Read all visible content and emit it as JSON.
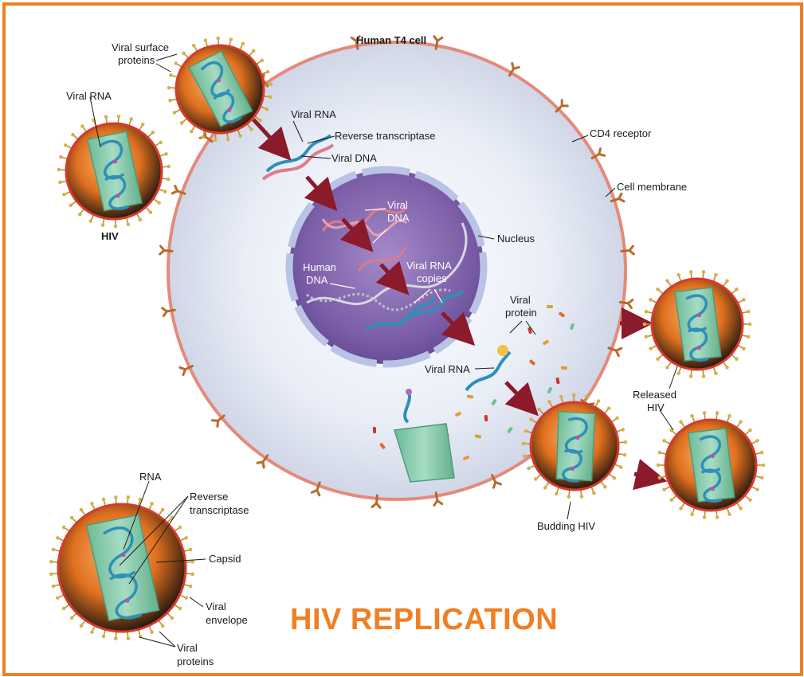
{
  "title": "HIV REPLICATION",
  "labels": {
    "cell": "Human T4 cell",
    "surface_proteins_1": "Viral surface",
    "surface_proteins_2": "proteins",
    "hiv_viral_rna": "Viral RNA",
    "hiv": "HIV",
    "viral_rna_top": "Viral RNA",
    "reverse_transcriptase_top": "Reverse transcriptase",
    "viral_dna_top": "Viral DNA",
    "cd4_receptor": "CD4 receptor",
    "cell_membrane": "Cell membrane",
    "nucleus": "Nucleus",
    "viral_dna_nuc_1": "Viral",
    "viral_dna_nuc_2": "DNA",
    "human_dna_1": "Human",
    "human_dna_2": "DNA",
    "rna_copies_1": "Viral RNA",
    "rna_copies_2": "copies",
    "viral_protein_1": "Viral",
    "viral_protein_2": "protein",
    "viral_rna_cyto": "Viral RNA",
    "released_1": "Released",
    "released_2": "HIV",
    "budding": "Budding HIV",
    "rna": "RNA",
    "rt_1": "Reverse",
    "rt_2": "transcriptase",
    "capsid": "Capsid",
    "envelope_1": "Viral",
    "envelope_2": "envelope",
    "vproteins_1": "Viral",
    "vproteins_2": "proteins"
  },
  "colors": {
    "border": "#F07F22",
    "title": "#F07F22",
    "arrow": "#8B1A2B",
    "capsid": "#7FC9A8",
    "rna": "#2F8FB8",
    "envelope": "#D9541A",
    "membrane": "#E58A7A",
    "nucleus": "#7B5EA7"
  }
}
